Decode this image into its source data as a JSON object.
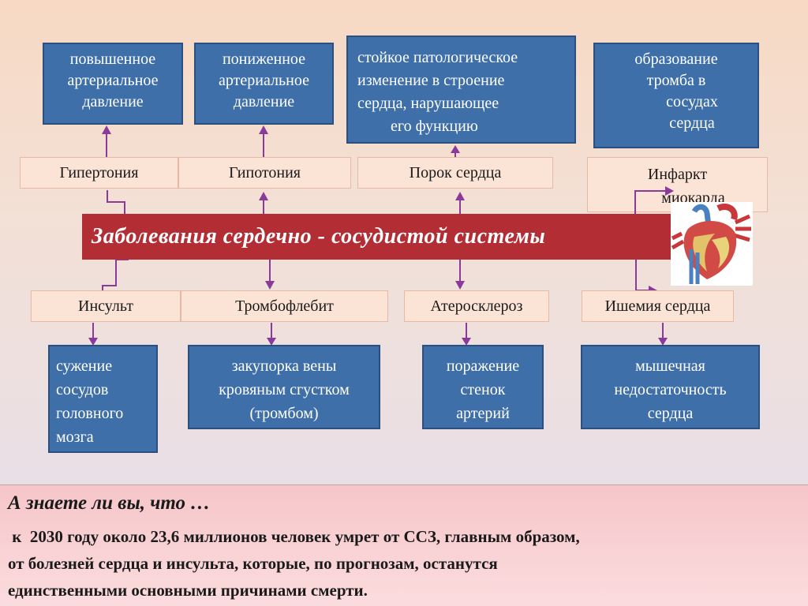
{
  "banner": "Заболевания сердечно - сосудистой системы",
  "diseases_top": [
    {
      "name": "Гипертония",
      "description": [
        "повышенное",
        "артериальное",
        "давление"
      ]
    },
    {
      "name": "Гипотония",
      "description": [
        "пониженное",
        "артериальное",
        "давление"
      ]
    },
    {
      "name": "Порок сердца",
      "description": [
        "стойкое патологическое",
        "изменение в строение",
        "сердца, нарушающее",
        "его функцию"
      ]
    },
    {
      "name": "Инфаркт миокарда",
      "name_lines": [
        "Инфаркт",
        "миокарда"
      ],
      "description": [
        "образование",
        "тромба в",
        "сосудах",
        "сердца"
      ]
    }
  ],
  "diseases_bottom": [
    {
      "name": "Инсульт",
      "description": [
        "сужение",
        "сосудов",
        "головного",
        "мозга"
      ]
    },
    {
      "name": "Тромбофлебит",
      "description": [
        "закупорка вены",
        "кровяным сгустком",
        "(тромбом)"
      ]
    },
    {
      "name": "Атеросклероз",
      "description": [
        "поражение",
        "стенок",
        "артерий"
      ]
    },
    {
      "name": "Ишемия сердца",
      "description": [
        "мышечная",
        "недостаточность",
        "сердца"
      ]
    }
  ],
  "fact": {
    "title": "А знаете ли вы, что …",
    "lines": [
      " к  2030 году около 23,6 миллионов человек умрет от ССЗ, главным образом,",
      "от болезней сердца и инсульта, которые, по прогнозам, останутся",
      "единственными основными причинами смерти."
    ]
  },
  "colors": {
    "banner": "#b32d35",
    "box_blue": "#3e6fa8",
    "label_pink": "#fbe3d6",
    "connector": "#8a3a99"
  }
}
